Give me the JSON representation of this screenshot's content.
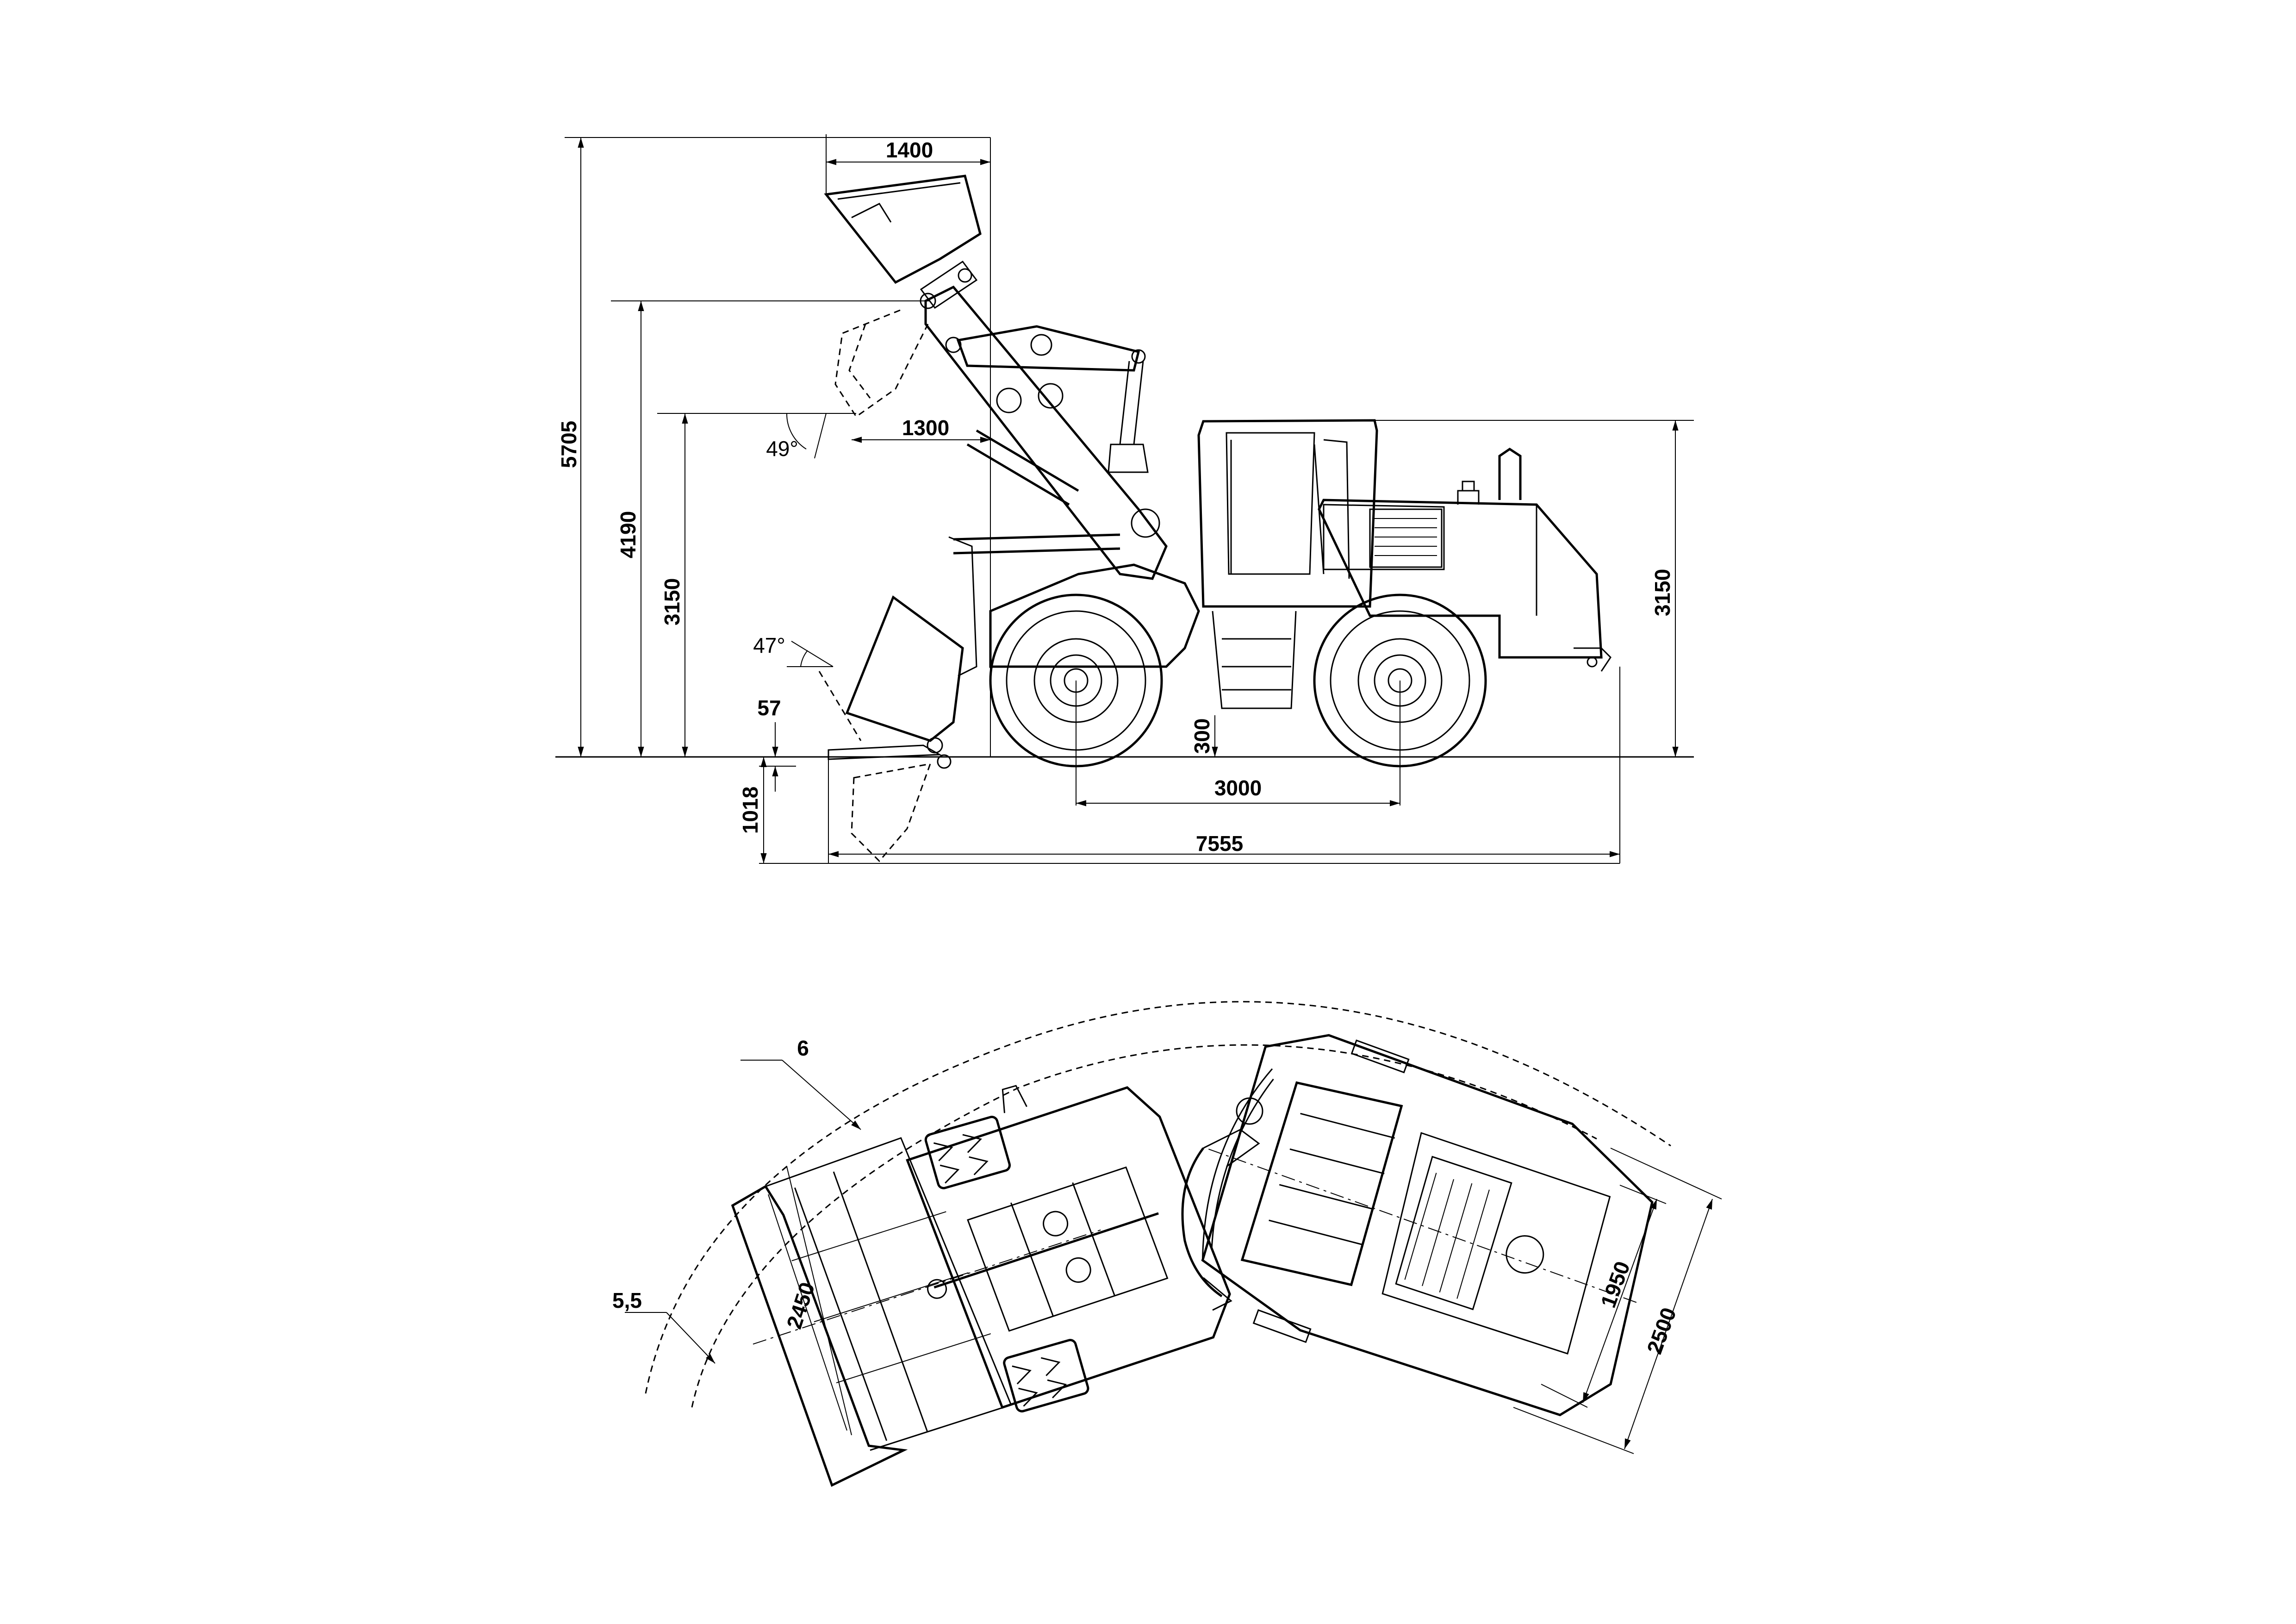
{
  "side_view": {
    "dimensions": {
      "total_height_raised": "5705",
      "hinge_pin_height": "4190",
      "dump_height": "3150",
      "cab_height": "3150",
      "bucket_top_reach": "1400",
      "dump_reach": "1300",
      "dump_angle": "49°",
      "rollback_angle": "47°",
      "bucket_below_ground": "57",
      "digging_depth": "1018",
      "ground_clearance": "300",
      "wheelbase": "3000",
      "overall_length": "7555"
    }
  },
  "top_view": {
    "dimensions": {
      "outer_turning_radius": "6",
      "inner_turning_radius": "5,5",
      "bucket_width": "2450",
      "track_width": "1950",
      "overall_width": "2500"
    }
  }
}
